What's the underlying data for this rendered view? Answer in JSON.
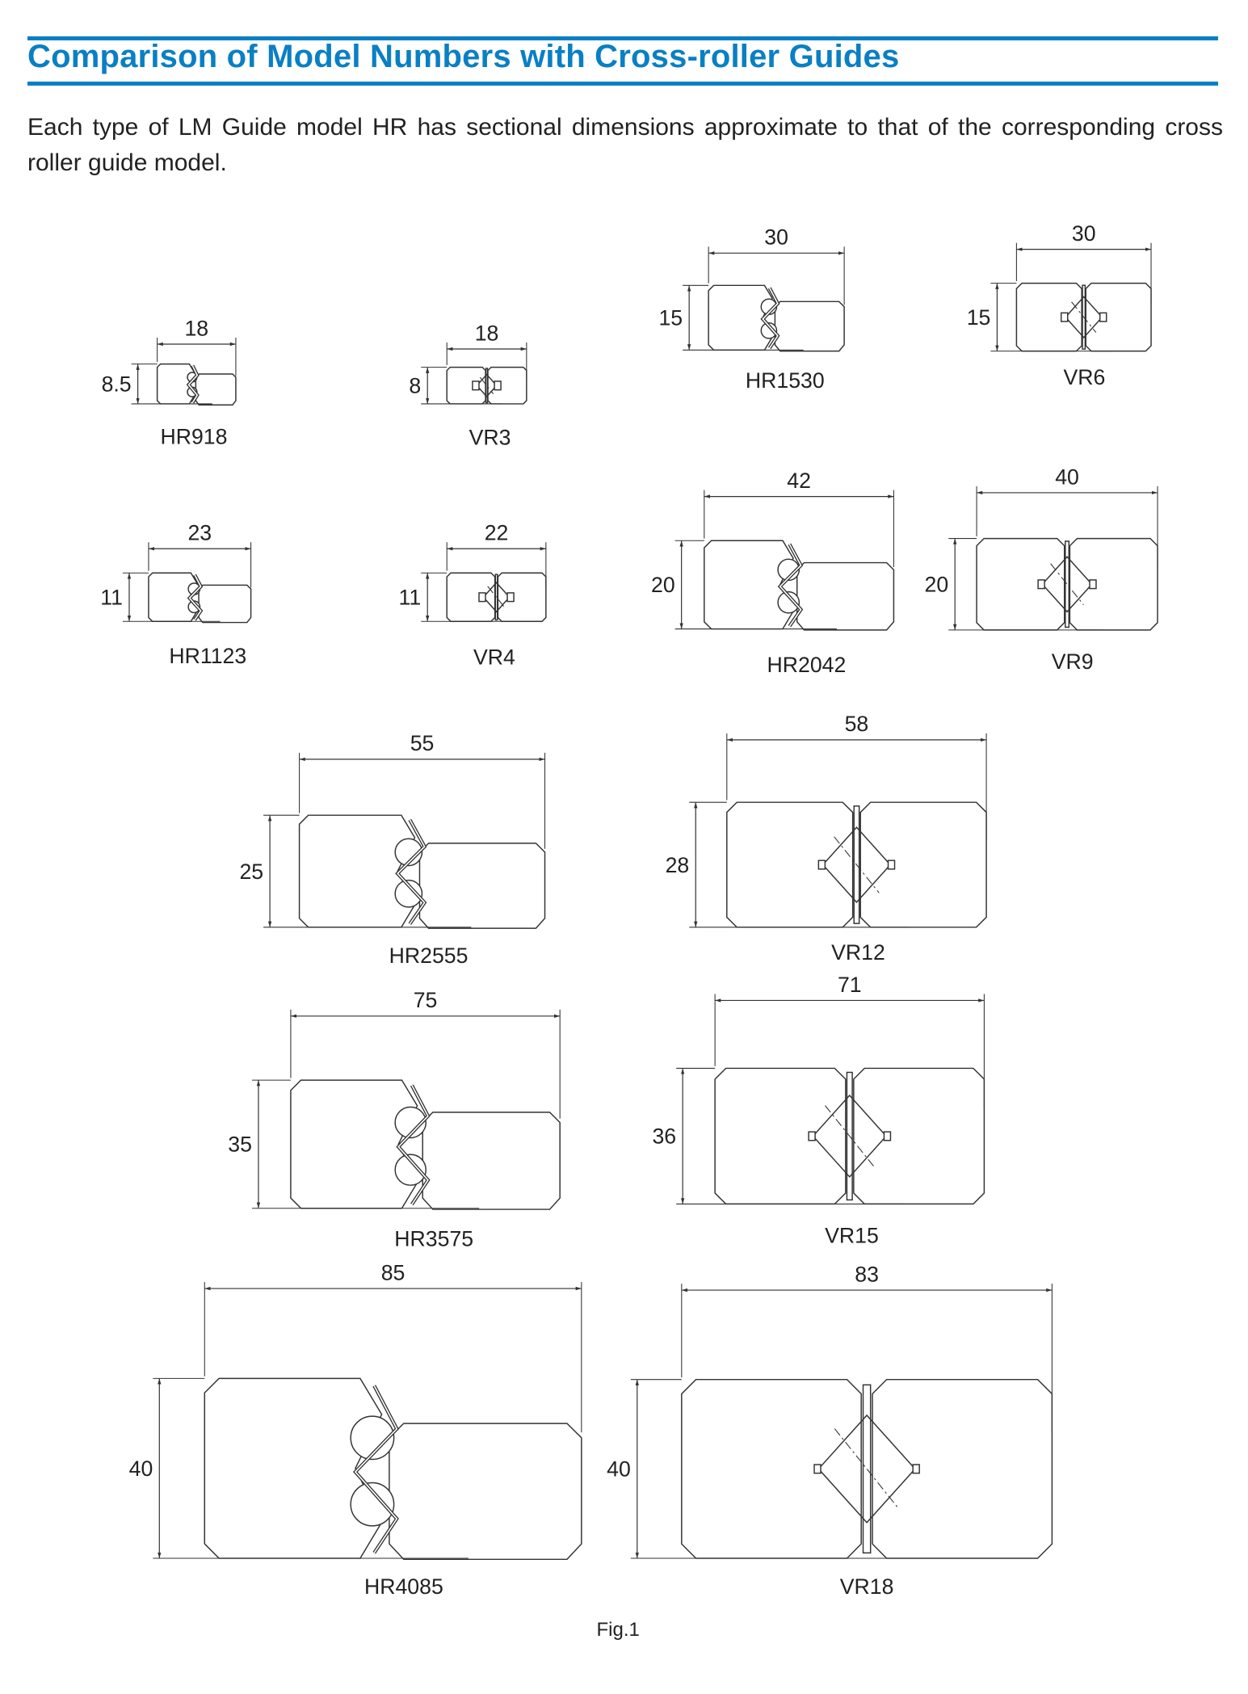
{
  "title": "Comparison of Model Numbers with Cross-roller Guides",
  "intro": "Each type of LM Guide model HR has sectional dimensions approximate to that of the corresponding cross roller guide model.",
  "colors": {
    "accent": "#0a7fc4",
    "line": "#333333"
  },
  "figures": [
    {
      "model": "HR918",
      "type": "HR",
      "width": "18",
      "height": "8.5"
    },
    {
      "model": "VR3",
      "type": "VR",
      "width": "18",
      "height": "8"
    },
    {
      "model": "HR1530",
      "type": "HR",
      "width": "30",
      "height": "15"
    },
    {
      "model": "VR6",
      "type": "VR",
      "width": "30",
      "height": "15"
    },
    {
      "model": "HR1123",
      "type": "HR",
      "width": "23",
      "height": "11"
    },
    {
      "model": "VR4",
      "type": "VR",
      "width": "22",
      "height": "11"
    },
    {
      "model": "HR2042",
      "type": "HR",
      "width": "42",
      "height": "20"
    },
    {
      "model": "VR9",
      "type": "VR",
      "width": "40",
      "height": "20"
    },
    {
      "model": "HR2555",
      "type": "HR",
      "width": "55",
      "height": "25"
    },
    {
      "model": "VR12",
      "type": "VR",
      "width": "58",
      "height": "28"
    },
    {
      "model": "HR3575",
      "type": "HR",
      "width": "75",
      "height": "35"
    },
    {
      "model": "VR15",
      "type": "VR",
      "width": "71",
      "height": "36"
    },
    {
      "model": "HR4085",
      "type": "HR",
      "width": "85",
      "height": "40"
    },
    {
      "model": "VR18",
      "type": "VR",
      "width": "83",
      "height": "40"
    }
  ],
  "caption": "Fig.1"
}
